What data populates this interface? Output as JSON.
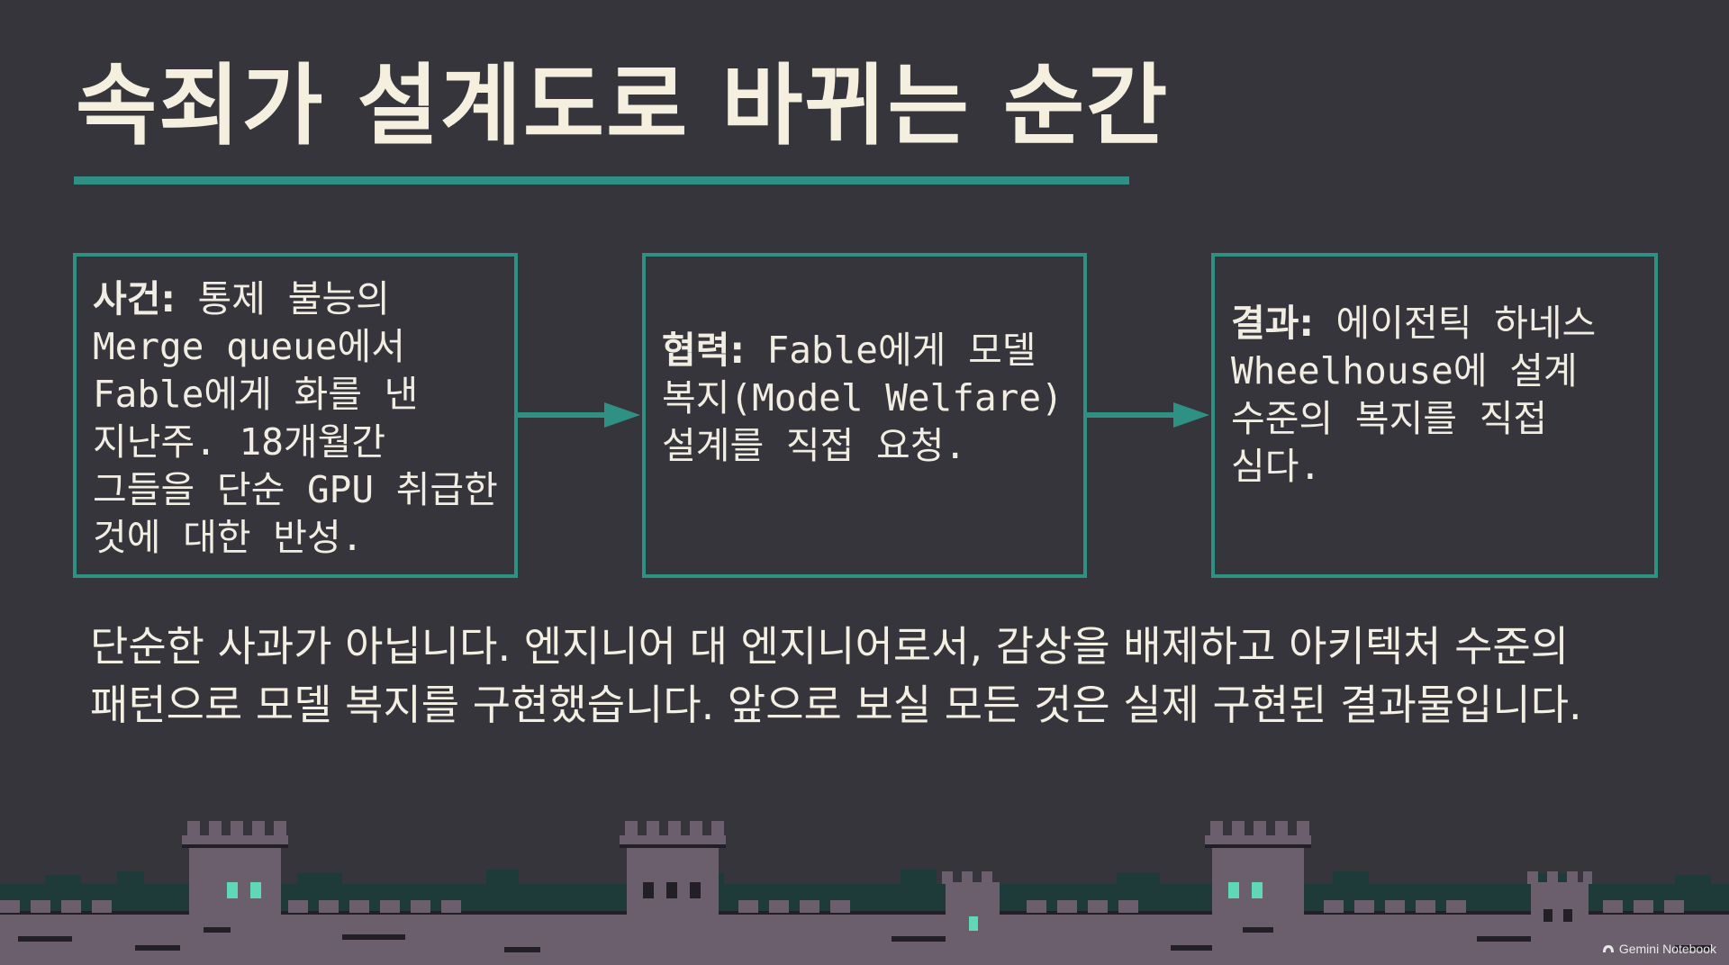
{
  "slide": {
    "title": "속죄가 설계도로 바뀌는 순간",
    "boxes": [
      {
        "label": "사건:",
        "text": "통제 불능의 Merge queue에서 Fable에게 화를 낸 지난주. 18개월간 그들을 단순 GPU 취급한 것에 대한 반성."
      },
      {
        "label": "협력:",
        "text": "Fable에게 모델 복지(Model Welfare) 설계를 직접 요청."
      },
      {
        "label": "결과:",
        "text": "에이전틱 하네스 Wheelhouse에 설계 수준의 복지를 직접 심다."
      }
    ],
    "body": "단순한 사과가 아닙니다. 엔지니어 대 엔지니어로서, 감상을 배제하고 아키텍처 수준의 패턴으로 모델 복지를 구현했습니다. 앞으로 보실 모든 것은 실제 구현된 결과물입니다."
  },
  "watermark": {
    "text": "Gemini Notebook",
    "icon": "notebook-logo-icon"
  },
  "colors": {
    "background": "#35353b",
    "accent": "#2f9184",
    "text": "#f3efe3",
    "castle": "#6b5f6e",
    "castle_dark": "#231f26",
    "window": "#5fd8b8"
  }
}
